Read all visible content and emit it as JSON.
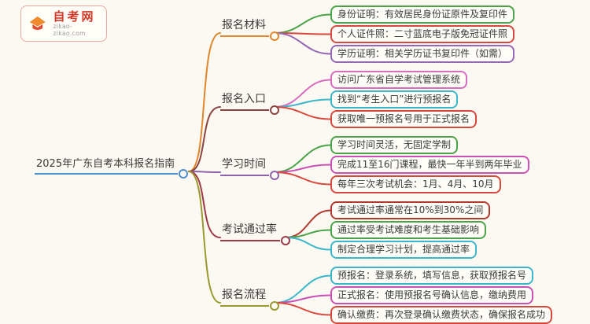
{
  "logo": {
    "name": "自考网",
    "domain": "zikao-zikao.com"
  },
  "root": {
    "label": "2025年广东自考本科报名指南",
    "color": "#4a90d2"
  },
  "branches": [
    {
      "label": "报名材料",
      "color": "#e0862c",
      "children": [
        {
          "text": "身份证明：有效居民身份证原件及复印件",
          "color": "#4aa348"
        },
        {
          "text": "个人证件照：二寸蓝底电子版免冠证件照",
          "color": "#d8473b"
        },
        {
          "text": "学历证明：相关学历证书复印件（如需）",
          "color": "#9468b4"
        }
      ]
    },
    {
      "label": "报名入口",
      "color": "#8a4440",
      "children": [
        {
          "text": "访问广东省自学考试管理系统",
          "color": "#d86cc0"
        },
        {
          "text": "找到“考生入口”进行预报名",
          "color": "#3ab6c8"
        },
        {
          "text": "获取唯一预报名号用于正式报名",
          "color": "#d8473b"
        }
      ]
    },
    {
      "label": "学习时间",
      "color": "#8a63a8",
      "children": [
        {
          "text": "学习时间灵活，无固定学制",
          "color": "#4aa348"
        },
        {
          "text": "完成11至16门课程，最快一年半到两年毕业",
          "color": "#cc4fb4"
        },
        {
          "text": "每年三次考试机会：1月、4月、10月",
          "color": "#d8473b"
        }
      ]
    },
    {
      "label": "考试通过率",
      "color": "#9c3a46",
      "children": [
        {
          "text": "考试通过率通常在10%到30%之间",
          "color": "#b43a30"
        },
        {
          "text": "通过率受考试难度和考生基础影响",
          "color": "#4aa348"
        },
        {
          "text": "制定合理学习计划，提高通过率",
          "color": "#3ab6c8"
        }
      ]
    },
    {
      "label": "报名流程",
      "color": "#99992e",
      "children": [
        {
          "text": "预报名：登录系统，填写信息，获取预报名号",
          "color": "#3ab6c8"
        },
        {
          "text": "正式报名：使用预报名号确认信息，缴纳费用",
          "color": "#cc4fb4"
        },
        {
          "text": "确认缴费：再次登录确认缴费状态，确保报名成功",
          "color": "#d8473b"
        }
      ]
    }
  ]
}
